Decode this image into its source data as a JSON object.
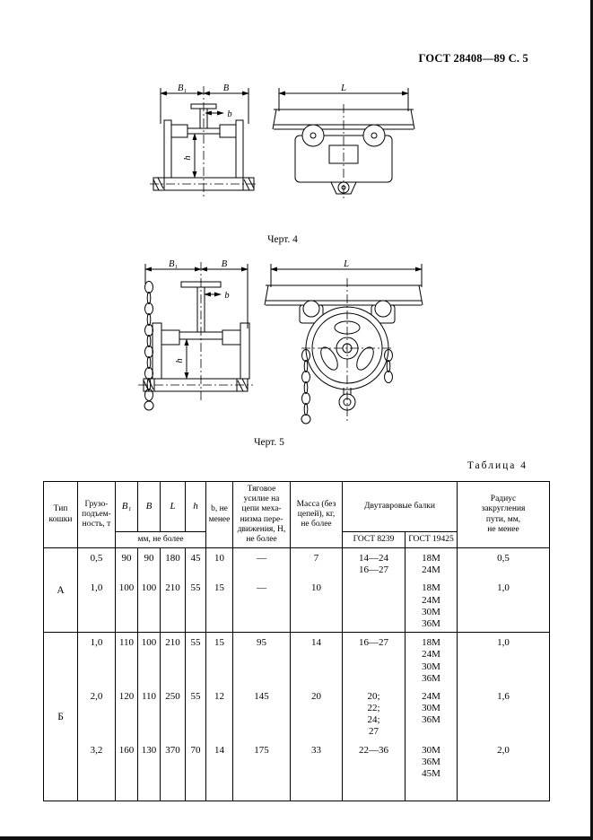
{
  "page": {
    "header": "ГОСТ 28408—89 С. 5"
  },
  "figures": {
    "fig4": {
      "caption": "Черт. 4",
      "dim_B1": "B₁",
      "dim_B": "B",
      "dim_b": "b",
      "dim_h": "h",
      "dim_L": "L"
    },
    "fig5": {
      "caption": "Черт. 5",
      "dim_B1": "B₁",
      "dim_B": "B",
      "dim_b": "b",
      "dim_h": "h",
      "dim_L": "L"
    }
  },
  "table": {
    "title": "Таблица 4",
    "header": {
      "type": "Тип\nкошки",
      "capacity": "Грузо-\nподъем-\nность, т",
      "B1": "B₁",
      "B": "B",
      "L": "L",
      "h": "h",
      "mm_note": "мм, не более",
      "b_small": "b, не\nменее",
      "traction": "Тяговое\nусилие на\nцепи меха-\nнизма пере-\nдвижения, Н,\nне более",
      "mass": "Масса (без\nцепей), кг,\nне более",
      "beams": "Двутавровые балки",
      "gost_8239": "ГОСТ 8239",
      "gost_19425": "ГОСТ 19425",
      "radius": "Радиус\nзакругления\nпути, мм,\nне менее"
    },
    "groups": [
      {
        "type": "А",
        "rows": [
          {
            "capacity": "0,5",
            "B1": "90",
            "B": "90",
            "L": "180",
            "h": "45",
            "b": "10",
            "traction": "—",
            "mass": "7",
            "gost_8239": "14—24\n16—27",
            "gost_19425": "18М\n24М",
            "radius": "0,5"
          },
          {
            "capacity": "1,0",
            "B1": "100",
            "B": "100",
            "L": "210",
            "h": "55",
            "b": "15",
            "traction": "—",
            "mass": "10",
            "gost_8239": "",
            "gost_19425": "18М\n24М\n30М\n36М",
            "radius": "1,0"
          }
        ]
      },
      {
        "type": "Б",
        "rows": [
          {
            "capacity": "1,0",
            "B1": "110",
            "B": "100",
            "L": "210",
            "h": "55",
            "b": "15",
            "traction": "95",
            "mass": "14",
            "gost_8239": "16—27",
            "gost_19425": "18М\n24М\n30М\n36М",
            "radius": "1,0"
          },
          {
            "capacity": "2,0",
            "B1": "120",
            "B": "110",
            "L": "250",
            "h": "55",
            "b": "12",
            "traction": "145",
            "mass": "20",
            "gost_8239": "20;\n22;\n24;\n27",
            "gost_19425": "24М\n30М\n36М",
            "radius": "1,6"
          },
          {
            "capacity": "3,2",
            "B1": "160",
            "B": "130",
            "L": "370",
            "h": "70",
            "b": "14",
            "traction": "175",
            "mass": "33",
            "gost_8239": "22—36",
            "gost_19425": "30М\n36М\n45М",
            "radius": "2,0"
          }
        ]
      }
    ]
  }
}
